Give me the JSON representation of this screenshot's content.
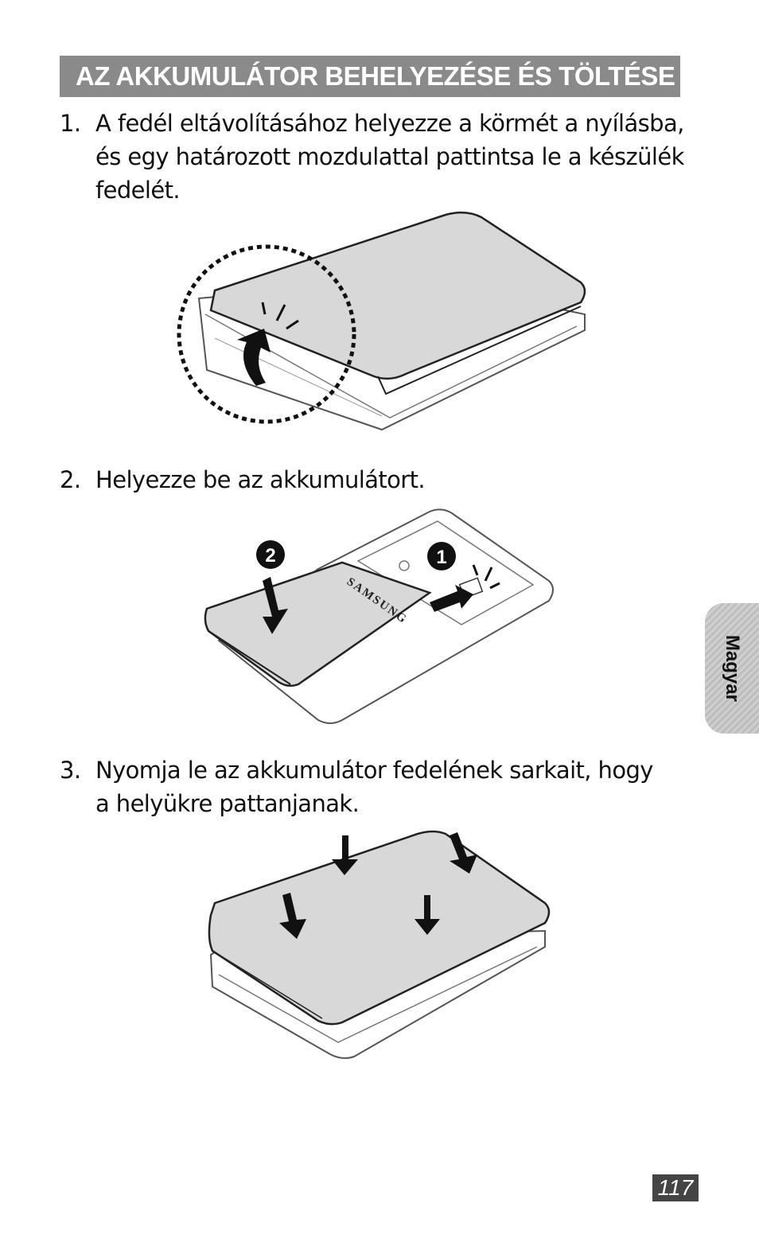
{
  "header": {
    "title": "AZ AKKUMULÁTOR BEHELYEZÉSE ÉS TÖLTÉSE"
  },
  "steps": [
    {
      "number": "1.",
      "lines": [
        "A fedél eltávolításához helyezze a körmét a nyílásba,",
        "és egy határozott mozdulattal pattintsa le a készülék",
        "fedelét."
      ]
    },
    {
      "number": "2.",
      "lines": [
        "Helyezze be az akkumulátort."
      ]
    },
    {
      "number": "3.",
      "lines": [
        "Nyomja le az akkumulátor fedelének sarkait, hogy",
        "a helyükre pattanjanak."
      ]
    }
  ],
  "illustration2": {
    "badge_1": "1",
    "badge_2": "2",
    "battery_brand": "SAMSUNG"
  },
  "side_tab": {
    "label": "Magyar"
  },
  "footer": {
    "page_number": "117"
  },
  "colors": {
    "header_bg": "#8a8a8a",
    "page_num_bg": "#444444",
    "cover_fill": "#d8d8d8"
  }
}
